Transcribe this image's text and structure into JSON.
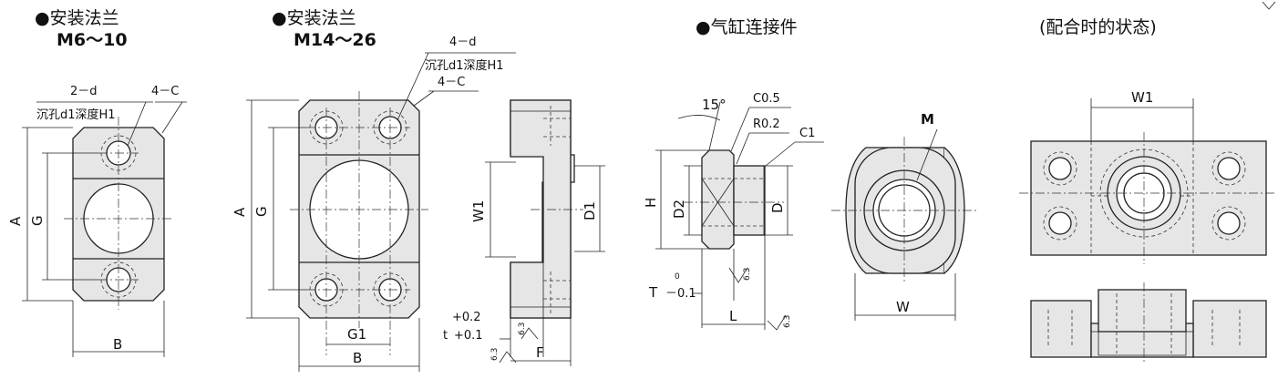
{
  "titles": {
    "flange_small": "●安装法兰",
    "flange_small_range": "M6～10",
    "flange_large": "●安装法兰",
    "flange_large_range": "M14～26",
    "cylinder_connector": "●气缸连接件",
    "assembled_state": "(配合时的状态)"
  },
  "labels": {
    "hole_count_2": "2－d",
    "hole_count_4": "4－d",
    "counterbore": "沉孔d1深度H1",
    "chamfer_4c": "4－C",
    "A": "A",
    "G": "G",
    "B": "B",
    "G1": "G1",
    "W1": "W1",
    "D1": "D1",
    "F": "F",
    "t": "t",
    "t_tol_upper": "+0.2",
    "t_tol_lower": "+0.1",
    "angle": "15°",
    "C05": "C0.5",
    "R02": "R0.2",
    "C1": "C1",
    "H": "H",
    "D2": "D2",
    "D": "D",
    "T": "T",
    "T_tol_upper": "0",
    "T_tol_lower": "－0.1",
    "L": "L",
    "M": "M",
    "W": "W",
    "roughness": "6.3"
  }
}
